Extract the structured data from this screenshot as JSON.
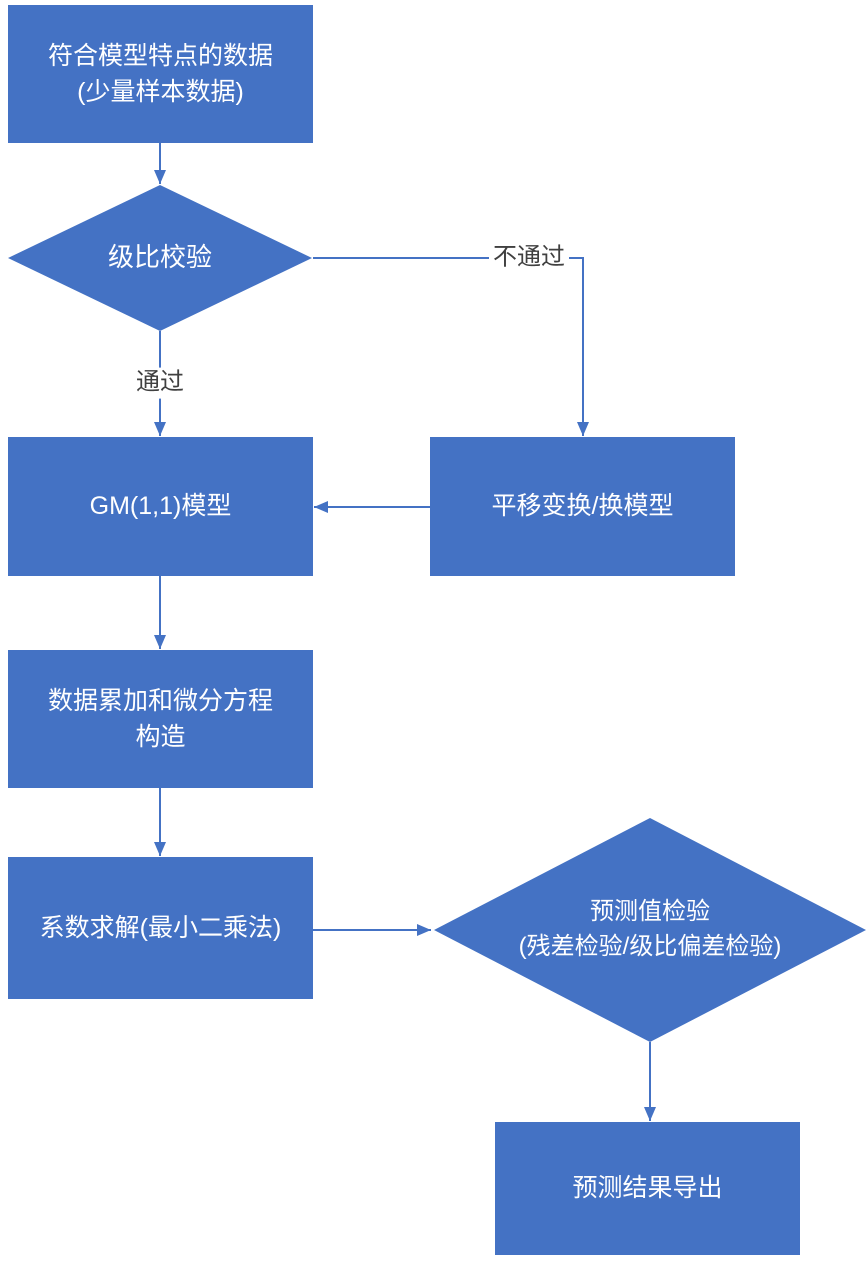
{
  "nodes": {
    "start": {
      "line1": "符合模型特点的数据",
      "line2": "(少量样本数据)"
    },
    "ratio_check": {
      "label": "级比校验"
    },
    "transform": {
      "label": "平移变换/换模型"
    },
    "gm_model": {
      "label": "GM(1,1)模型"
    },
    "accumulate": {
      "line1": "数据累加和微分方程",
      "line2": "构造"
    },
    "solve": {
      "label": "系数求解(最小二乘法)"
    },
    "predict_check": {
      "line1": "预测值检验",
      "line2": "(残差检验/级比偏差检验)"
    },
    "export": {
      "label": "预测结果导出"
    }
  },
  "edge_labels": {
    "fail": "不通过",
    "pass": "通过"
  },
  "colors": {
    "node_fill": "#4472C4",
    "node_text": "#FFFFFF",
    "arrow": "#4472C4",
    "edge_label_text": "#404040",
    "background": "#FFFFFF"
  }
}
